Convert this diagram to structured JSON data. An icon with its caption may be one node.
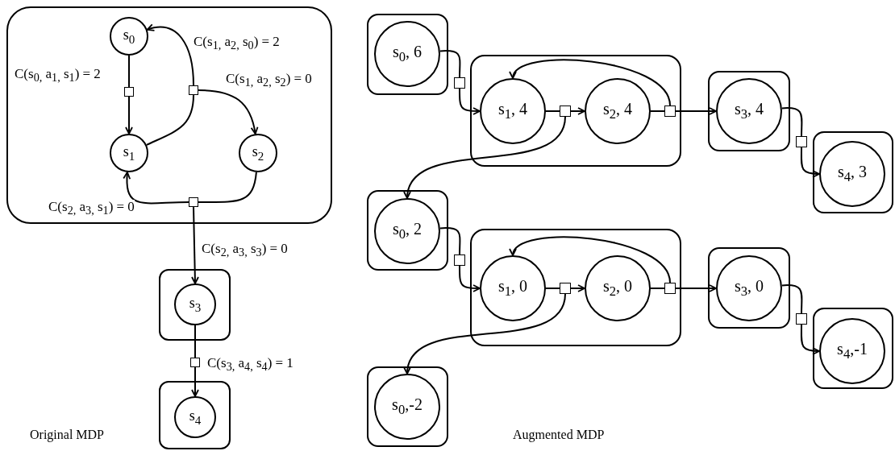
{
  "diagram": {
    "nodes": [
      {
        "text": [],
        "shape": "box"
      },
      {
        "text": [
          "s$_{0}$"
        ],
        "in": 0
      },
      {
        "text": [],
        "shape": "box",
        "in": 0
      },
      {
        "text": [],
        "shape": "box",
        "in": 0
      },
      {
        "text": [
          "s$_{1}$"
        ],
        "in": 0
      },
      {
        "text": [
          "s$_{2}$"
        ],
        "in": 0
      },
      {
        "text": [],
        "shape": "box",
        "in": 0
      },
      {
        "text": [],
        "shape": "box"
      },
      {
        "text": [
          "s$_{3}$"
        ],
        "in": 7
      },
      {
        "text": [],
        "shape": "box"
      },
      {
        "text": [],
        "shape": "box"
      },
      {
        "text": [
          "s$_{4}$"
        ],
        "in": 10
      },
      {
        "text": [],
        "shape": "box"
      },
      {
        "text": [
          "s$_{0}$, 6"
        ],
        "in": 12
      },
      {
        "text": [],
        "shape": "box"
      },
      {
        "text": [],
        "shape": "box"
      },
      {
        "text": [
          "s$_{1}$, 4"
        ],
        "in": 15
      },
      {
        "text": [],
        "shape": "box",
        "in": 15
      },
      {
        "text": [
          "s$_{2}$, 4"
        ],
        "in": 15
      },
      {
        "text": [],
        "shape": "box",
        "in": 15
      },
      {
        "text": [],
        "shape": "box"
      },
      {
        "text": [
          "s$_{3}$, 4"
        ],
        "in": 20
      },
      {
        "text": [],
        "shape": "box"
      },
      {
        "text": [],
        "shape": "box"
      },
      {
        "text": [
          "s$_{4}$, 3"
        ],
        "in": 23
      },
      {
        "text": [],
        "shape": "box"
      },
      {
        "text": [
          "s$_{0}$, 2"
        ],
        "in": 25
      },
      {
        "text": [],
        "shape": "box"
      },
      {
        "text": [],
        "shape": "box"
      },
      {
        "text": [
          "s$_{1}$, 0"
        ],
        "in": 28
      },
      {
        "text": [],
        "shape": "box",
        "in": 28
      },
      {
        "text": [
          "s$_{2}$, 0"
        ],
        "in": 28
      },
      {
        "text": [],
        "shape": "box",
        "in": 28
      },
      {
        "text": [],
        "shape": "box"
      },
      {
        "text": [
          "s$_{3}$, 0"
        ],
        "in": 33
      },
      {
        "text": [],
        "shape": "box"
      },
      {
        "text": [],
        "shape": "box"
      },
      {
        "text": [
          "s$_{4}$,-1"
        ],
        "in": 36
      },
      {
        "text": [],
        "shape": "box"
      },
      {
        "text": [
          "s$_{0}$,-2"
        ],
        "in": 38
      }
    ],
    "edges": [
      {
        "from": 1,
        "to": 2,
        "arrow": "none"
      },
      {
        "from": 2,
        "to": 4,
        "arrow": "to",
        "label": "C(s$_{0,}$ a$_{1,}$ s$_{1}$) = 2"
      },
      {
        "from": 4,
        "to": 3,
        "arrow": "none"
      },
      {
        "from": 3,
        "to": 1,
        "arrow": "to",
        "label": "C(s$_{1,}$ a$_{2,}$ s$_{0}$) = 2"
      },
      {
        "from": 3,
        "to": 5,
        "arrow": "to",
        "label": "C(s$_{1,}$ a$_{2,}$ s$_{2}$) = 0"
      },
      {
        "from": 5,
        "to": 6,
        "arrow": "none"
      },
      {
        "from": 6,
        "to": 4,
        "arrow": "to",
        "label": "C(s$_{2,}$ a$_{3,}$ s$_{1}$) = 0"
      },
      {
        "from": 6,
        "to": 8,
        "arrow": "to",
        "label": "C(s$_{2,}$ a$_{3,}$ s$_{3}$) = 0"
      },
      {
        "from": 8,
        "to": 9,
        "arrow": "none"
      },
      {
        "from": 9,
        "to": 11,
        "arrow": "to",
        "label": "C(s$_{3,}$ a$_{4,}$ s$_{4}$) = 1"
      },
      {
        "from": 13,
        "to": 14,
        "arrow": "none"
      },
      {
        "from": 14,
        "to": 16,
        "arrow": "to"
      },
      {
        "from": 16,
        "to": 17,
        "arrow": "none"
      },
      {
        "from": 17,
        "to": 18,
        "arrow": "to"
      },
      {
        "from": 18,
        "to": 19,
        "arrow": "none"
      },
      {
        "from": 19,
        "to": 16,
        "arrow": "to"
      },
      {
        "from": 19,
        "to": 21,
        "arrow": "to"
      },
      {
        "from": 17,
        "to": 26,
        "arrow": "to"
      },
      {
        "from": 21,
        "to": 22,
        "arrow": "none"
      },
      {
        "from": 22,
        "to": 24,
        "arrow": "to"
      },
      {
        "from": 26,
        "to": 27,
        "arrow": "none"
      },
      {
        "from": 27,
        "to": 29,
        "arrow": "to"
      },
      {
        "from": 29,
        "to": 30,
        "arrow": "none"
      },
      {
        "from": 30,
        "to": 31,
        "arrow": "to"
      },
      {
        "from": 31,
        "to": 32,
        "arrow": "none"
      },
      {
        "from": 32,
        "to": 29,
        "arrow": "to"
      },
      {
        "from": 32,
        "to": 34,
        "arrow": "to"
      },
      {
        "from": 30,
        "to": 39,
        "arrow": "to"
      },
      {
        "from": 34,
        "to": 35,
        "arrow": "none"
      },
      {
        "from": 35,
        "to": 37,
        "arrow": "to"
      }
    ],
    "labels": [
      "Original MDP",
      "Augmented MDP"
    ]
  }
}
